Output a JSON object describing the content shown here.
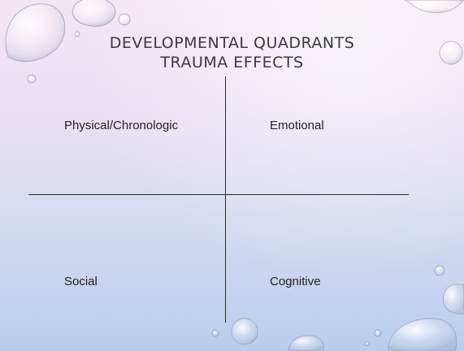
{
  "slide": {
    "title_line1": "DEVELOPMENTAL QUADRANTS",
    "title_line2": "TRAUMA EFFECTS"
  },
  "quadrants": {
    "top_left": "Physical/Chronologic",
    "top_right": "Emotional",
    "bottom_left": "Social",
    "bottom_right": "Cognitive"
  },
  "colors": {
    "background_top": "#f3e6f3",
    "background_bottom": "#b9cdeb",
    "divider": "#2c2c2c",
    "text": "#222222"
  }
}
